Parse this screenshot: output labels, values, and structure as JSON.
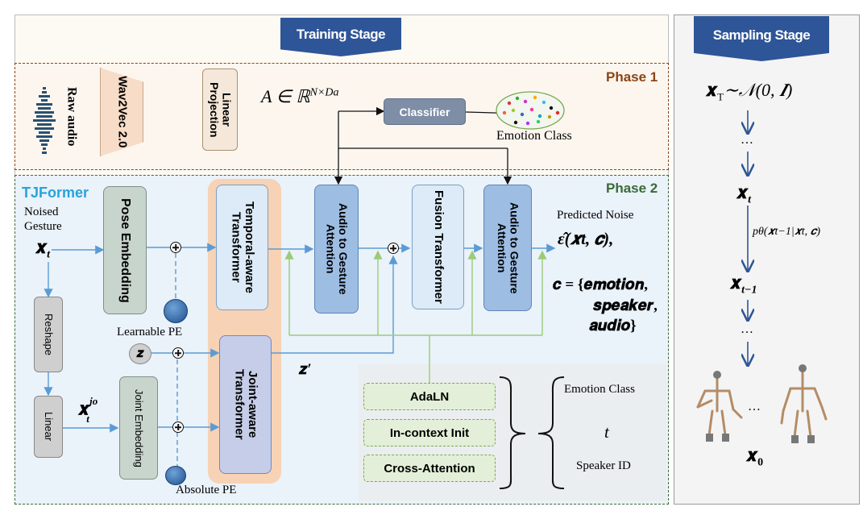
{
  "training": {
    "title": "Training Stage"
  },
  "sampling": {
    "title": "Sampling Stage",
    "xT": "𝒙",
    "xT_sub": "T",
    "xT_rest": "∼𝒩(0, 𝑰)",
    "dots1": "…",
    "xt": "𝒙",
    "xt_sub": "t",
    "ptheta": "pθ(𝒙t−1|𝒙t, 𝒄)",
    "xt1": "𝒙",
    "xt1_sub": "t−1",
    "dots2": "…",
    "x0": "𝒙",
    "x0_sub": "0",
    "skel_dots": "…"
  },
  "phase1": {
    "label": "Phase 1",
    "raw_audio": "Raw audio",
    "wav2vec": "Wav2Vec 2.0",
    "linear_projection": "Linear Projection",
    "a_formula": "A ∈ ℝ",
    "a_sup": "N×Da",
    "classifier": "Classifier",
    "emotion_class": "Emotion Class"
  },
  "phase2": {
    "label": "Phase 2",
    "tjformer": "TJFormer",
    "noised_gesture": "Noised Gesture",
    "xt": "𝒙",
    "xt_sub": "t",
    "pose_embedding": "Pose Embedding",
    "temporal_transformer": "Temporal-aware Transformer",
    "a2g_1": "Audio to Gesture Attention",
    "fusion_transformer": "Fusion Transformer",
    "a2g_2": "Audio to Gesture Attention",
    "predicted_noise": "Predicted Noise",
    "eps": "ε̂(𝒙t, 𝒄),",
    "c_line1": "𝒄 = {𝒆𝒎𝒐𝒕𝒊𝒐𝒏,",
    "c_line2": "𝒔𝒑𝒆𝒂𝒌𝒆𝒓,",
    "c_line3": "𝒂𝒖𝒅𝒊𝒐}",
    "reshape": "Reshape",
    "linear": "Linear",
    "x_jo": "𝒙",
    "x_jo_sup": "jo",
    "x_jo_sub": "t",
    "joint_embedding": "Joint Embedding",
    "learnable_pe": "Learnable PE",
    "z": "𝒛",
    "joint_transformer": "Joint-aware Transformer",
    "z_prime": "𝒛′",
    "absolute_pe": "Absolute PE",
    "adaln": "AdaLN",
    "incontext": "In-context Init",
    "cross_attention": "Cross-Attention",
    "cond_emotion": "Emotion Class",
    "cond_t": "t",
    "cond_speaker": "Speaker ID"
  },
  "colors": {
    "title_blue": "#2e5597",
    "phase1_border": "#8b4513",
    "phase2_border": "#3a6b35",
    "tjformer_cyan": "#27a3d9",
    "classifier": "#7d8ea6",
    "wav2vec": "#f7dcc7",
    "pose_embed": "#c8d5cc",
    "attn_blue": "#9dbde3",
    "orange_band": "#f7d2b4",
    "green_line": "#9ccb78",
    "cond_green": "#e3efd8"
  }
}
